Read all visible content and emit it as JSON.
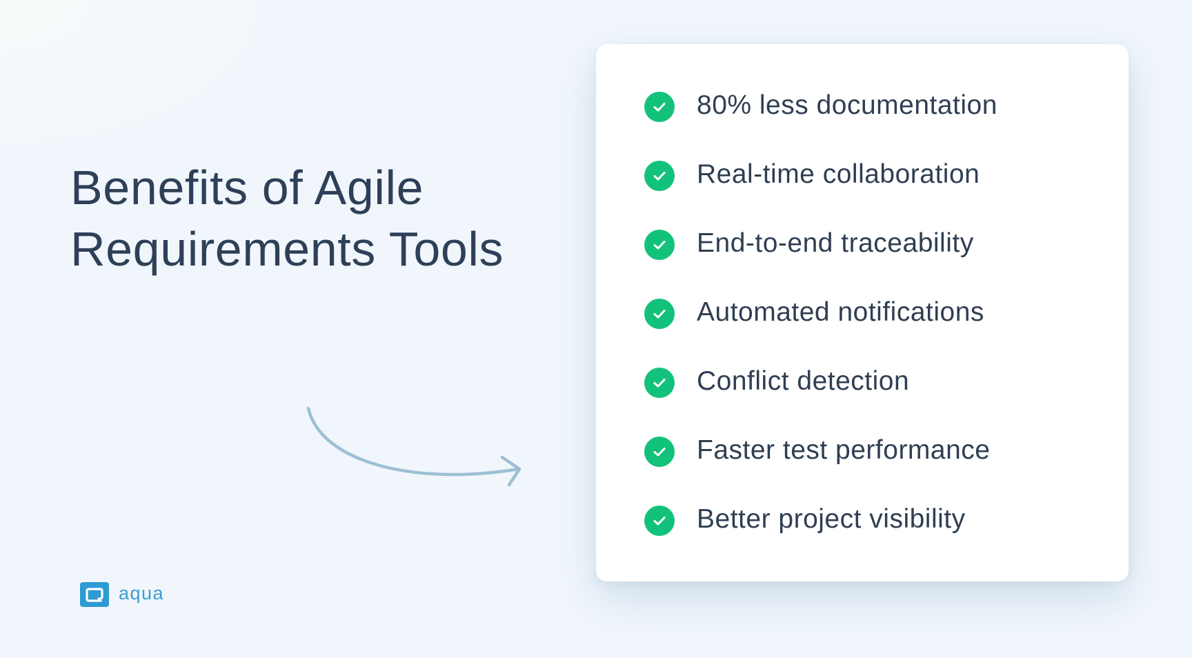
{
  "title": {
    "line1": "Benefits of Agile",
    "line2": "Requirements Tools"
  },
  "benefits": [
    {
      "label": "80% less documentation",
      "icon": "check-circle-icon"
    },
    {
      "label": "Real-time collaboration",
      "icon": "check-circle-icon"
    },
    {
      "label": "End-to-end traceability",
      "icon": "check-circle-icon"
    },
    {
      "label": "Automated notifications",
      "icon": "check-circle-icon"
    },
    {
      "label": "Conflict detection",
      "icon": "check-circle-icon"
    },
    {
      "label": "Faster test performance",
      "icon": "check-circle-icon"
    },
    {
      "label": "Better project visibility",
      "icon": "check-circle-icon"
    }
  ],
  "decorations": {
    "arrow": "curved-arrow-icon"
  },
  "logo": {
    "text": "aqua",
    "mark": "aqua-logo-mark-icon"
  },
  "colors": {
    "background": "#f1f6fc",
    "card": "#ffffff",
    "title_text": "#2e4057",
    "benefit_text": "#2f3e52",
    "check_green": "#13c27a",
    "arrow": "#9cc0d2",
    "logo_blue": "#2f9ad3"
  }
}
